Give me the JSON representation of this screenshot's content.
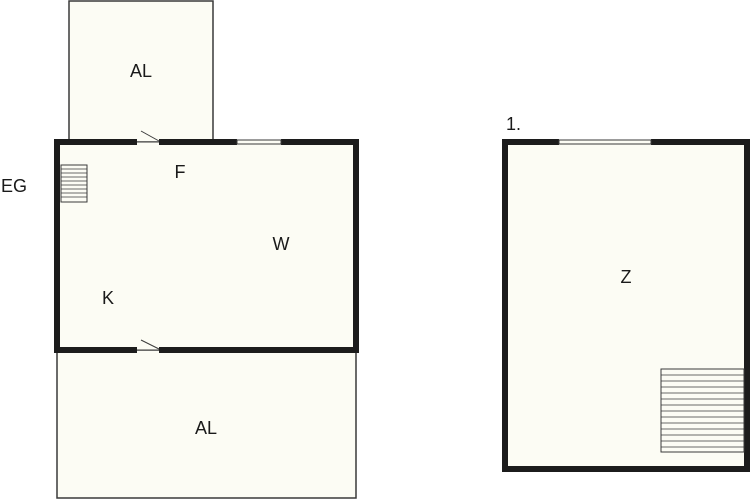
{
  "floors": {
    "ground": {
      "label": "EG"
    },
    "upper": {
      "label": "1."
    }
  },
  "rooms": {
    "balcony_top": {
      "label": "AL"
    },
    "corridor": {
      "label": "F"
    },
    "living": {
      "label": "W"
    },
    "kitchen": {
      "label": "K"
    },
    "balcony_bottom": {
      "label": "AL"
    },
    "room": {
      "label": "Z"
    }
  },
  "colors": {
    "floor_fill": "#fcfcf4",
    "wall": "#1c1c1c",
    "thin_line": "#3a3a3a",
    "text": "#1a1a1a"
  }
}
